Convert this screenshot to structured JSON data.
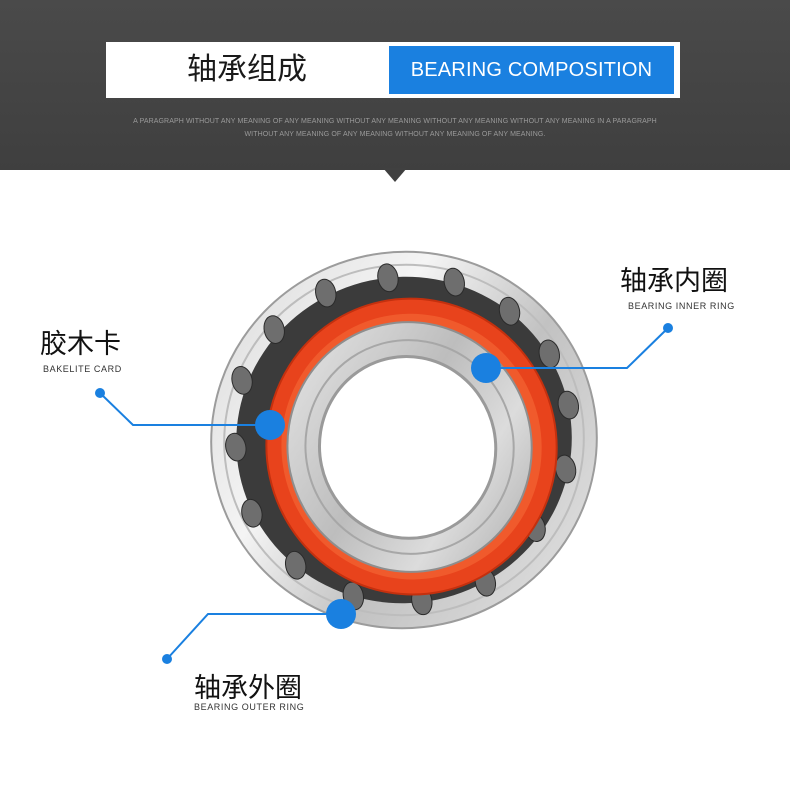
{
  "header": {
    "title_zh": "轴承组成",
    "title_en": "BEARING COMPOSITION",
    "sub_line_1": "A PARAGRAPH WITHOUT ANY MEANING OF ANY MEANING WITHOUT ANY MEANING WITHOUT ANY MEANING WITHOUT ANY MEANING IN A PARAGRAPH",
    "sub_line_2": "WITHOUT ANY MEANING OF ANY MEANING WITHOUT ANY MEANING OF ANY MEANING."
  },
  "labels": {
    "inner_ring": {
      "zh": "轴承内圈",
      "en": "BEARING INNER RING"
    },
    "bakelite": {
      "zh": "胶木卡",
      "en": "BAKELITE CARD"
    },
    "outer_ring": {
      "zh": "轴承外圈",
      "en": "BEARING OUTER RING"
    }
  },
  "colors": {
    "accent_blue": "#1a80e0",
    "cage_orange": "#e8431c",
    "header_gray": "#434343"
  },
  "icons": [
    "bearing-image",
    "callout-dot-icon"
  ]
}
